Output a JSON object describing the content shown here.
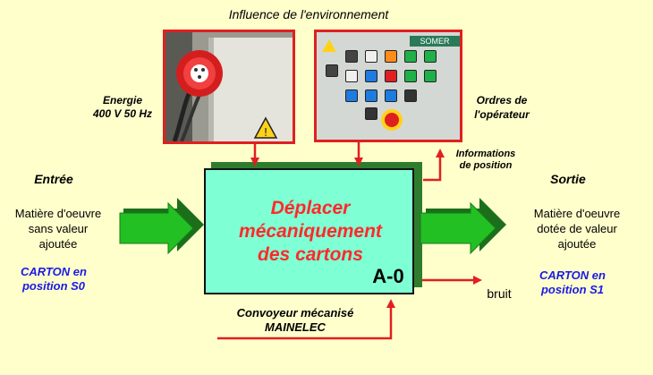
{
  "top_title": "Influence de l'environnement",
  "energy": {
    "line1": "Energie",
    "line2": "400 V 50 Hz"
  },
  "operator_orders": {
    "line1": "Ordres de",
    "line2": "l'opérateur"
  },
  "position_info": {
    "line1": "Informations",
    "line2": "de position"
  },
  "input": {
    "title": "Entrée",
    "desc_lines": [
      "Matière d'oeuvre",
      "sans valeur",
      "ajoutée"
    ],
    "product_lines": [
      "CARTON en",
      "position S0"
    ]
  },
  "output": {
    "title": "Sortie",
    "desc_lines": [
      "Matière d'oeuvre",
      "dotée de valeur",
      "ajoutée"
    ],
    "product_lines": [
      "CARTON en",
      "position S1"
    ]
  },
  "function_lines": [
    "Déplacer",
    "mécaniquement",
    "des cartons"
  ],
  "block_ref": "A-0",
  "noise": "bruit",
  "support": {
    "line1": "Convoyeur mécanisé",
    "line2": "MAINELEC"
  },
  "panel_brand": "SOMER",
  "colors": {
    "background": "#ffffcc",
    "block_fill": "#7fffd4",
    "block_shadow": "#2e7d2e",
    "arrow_red": "#e02020",
    "arrow_green": "#22b422",
    "function_text": "#ff2a2a",
    "product_text": "#1a1ae6"
  }
}
